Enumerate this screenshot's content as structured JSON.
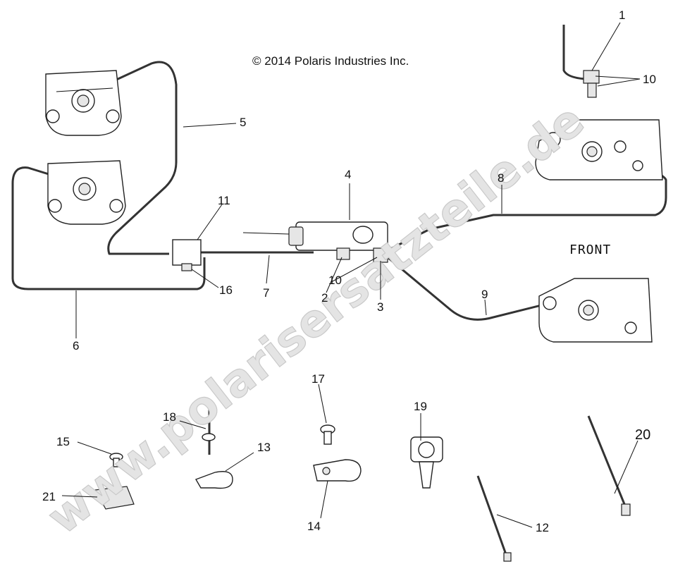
{
  "copyright": "© 2014 Polaris Industries Inc.",
  "front_label": "FRONT",
  "watermark": "www.polarisersatzteile.de",
  "callouts": {
    "c1": "1",
    "c2": "2",
    "c3": "3",
    "c4": "4",
    "c5": "5",
    "c6": "6",
    "c7": "7",
    "c8": "8",
    "c9": "9",
    "c10a": "10",
    "c10b": "10",
    "c11": "11",
    "c12": "12",
    "c13": "13",
    "c14": "14",
    "c15": "15",
    "c16": "16",
    "c17": "17",
    "c18": "18",
    "c19": "19",
    "c20": "20",
    "c21": "21"
  }
}
